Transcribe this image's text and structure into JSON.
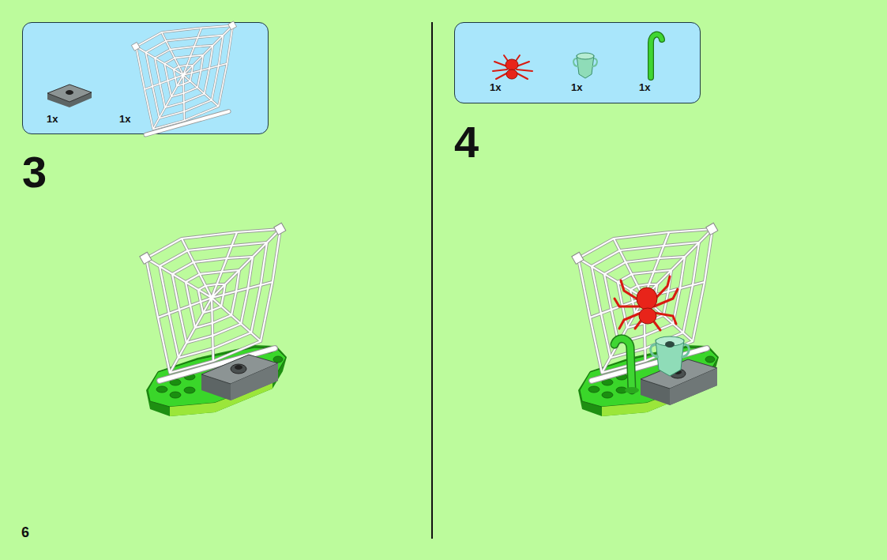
{
  "diagram": {
    "nodes": [
      {
        "text": [
          "1x",
          "1x"
        ]
      },
      {
        "text": [
          "1x",
          "1x",
          "1x"
        ]
      }
    ],
    "labels": [
      "3",
      "4",
      "6"
    ]
  }
}
